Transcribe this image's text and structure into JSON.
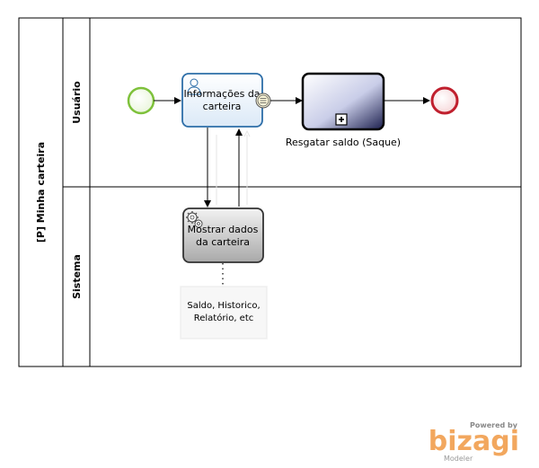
{
  "pool": {
    "label": "[P] Minha carteira"
  },
  "lanes": [
    {
      "label": "Usuário"
    },
    {
      "label": "Sistema"
    }
  ],
  "tasks": {
    "info": {
      "line1": "Informações da",
      "line2": "carteira"
    },
    "subprocess": {
      "label": "Resgatar saldo (Saque)"
    },
    "show": {
      "line1": "Mostrar dados",
      "line2": "da carteira"
    }
  },
  "annotation": {
    "line1": "Saldo, Historico,",
    "line2": "Relatório, etc"
  },
  "watermark": {
    "powered": "Powered by",
    "brand": "bizagi",
    "product": "Modeler"
  },
  "colors": {
    "start_event": "#7ec13b",
    "end_event": "#c0202e",
    "user_task_fill": "#eef5fc",
    "subprocess_fill": "#1c1f4e",
    "service_task_fill": "#c8c8c8",
    "brand": "#f2a75e"
  }
}
